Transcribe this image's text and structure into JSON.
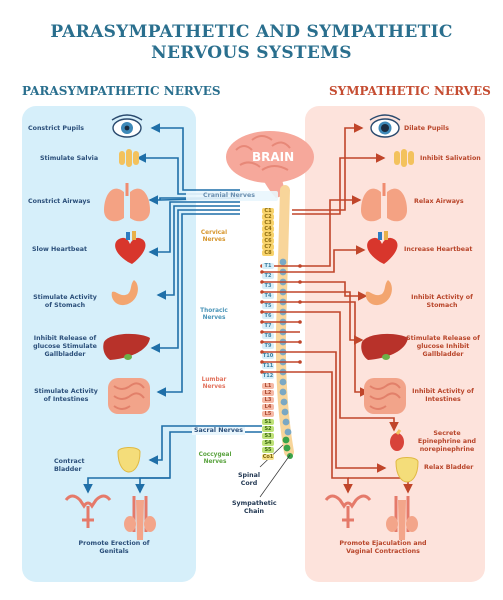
{
  "title_line1": "PARASYMPATHETIC AND SYMPATHETIC",
  "title_line2": "NERVOUS SYSTEMS",
  "left_header": "PARASYMPATHETIC NERVES",
  "right_header": "SYMPATHETIC NERVES",
  "brain": "BRAIN",
  "cranial": "Cranial Nerves",
  "sacral": "Sacral Nerves",
  "spinal_cord": "Spinal Cord",
  "sympathetic_chain": "Sympathetic Chain",
  "segments": {
    "cervical": "Cervical Nerves",
    "thoracic": "Thoracic Nerves",
    "lumbar": "Lumbar Nerves",
    "coccygeal": "Coccygeal Nerves"
  },
  "vertebrae": {
    "cervical": [
      "C1",
      "C2",
      "C3",
      "C4",
      "C5",
      "C6",
      "C7",
      "C8"
    ],
    "thoracic": [
      "T1",
      "T2",
      "T3",
      "T4",
      "T5",
      "T6",
      "T7",
      "T8",
      "T9",
      "T10",
      "T11",
      "T12"
    ],
    "lumbar": [
      "L1",
      "L2",
      "L3",
      "L4",
      "L5"
    ],
    "sacral": [
      "S1",
      "S2",
      "S3",
      "S4",
      "S5",
      "Co1"
    ]
  },
  "left_labels": {
    "constrict_pupils": "Constrict Pupils",
    "stimulate_salvia": "Stimulate Salvia",
    "constrict_airways": "Constrict Airways",
    "slow_heartbeat": "Slow Heartbeat",
    "stimulate_stomach": "Stimulate Activity of Stomach",
    "inhibit_glucose": "Inhibit Release of glucose Stimulate Gallbladder",
    "stimulate_intestines": "Stimulate Activity of Intestines",
    "contract_bladder": "Contract Bladder",
    "promote_erection": "Promote Erection of Genitals"
  },
  "right_labels": {
    "dilate_pupils": "Dilate Pupils",
    "inhibit_salivation": "Inhibit Salivation",
    "relax_airways": "Relax Airways",
    "increase_heartbeat": "Increase Heartbeat",
    "inhibit_stomach": "Inhibit Activity of Stomach",
    "stimulate_glucose": "Stimulate Release of glucose Inhibit Gallbladder",
    "inhibit_intestines": "Inhibit Activity of Intestines",
    "secrete_epinephrine": "Secrete Epinephrine and norepinephrine",
    "relax_bladder": "Relax Bladder",
    "promote_ejaculation": "Promote Ejaculation and Vaginal Contractions"
  },
  "colors": {
    "title": "#2a6f8e",
    "parasympathetic": "#1f6fa8",
    "sympathetic": "#c0452a",
    "left_panel": "#d6effa",
    "right_panel": "#fde3dc",
    "brain": "#f6a89b",
    "spine": "#f8d59a"
  }
}
